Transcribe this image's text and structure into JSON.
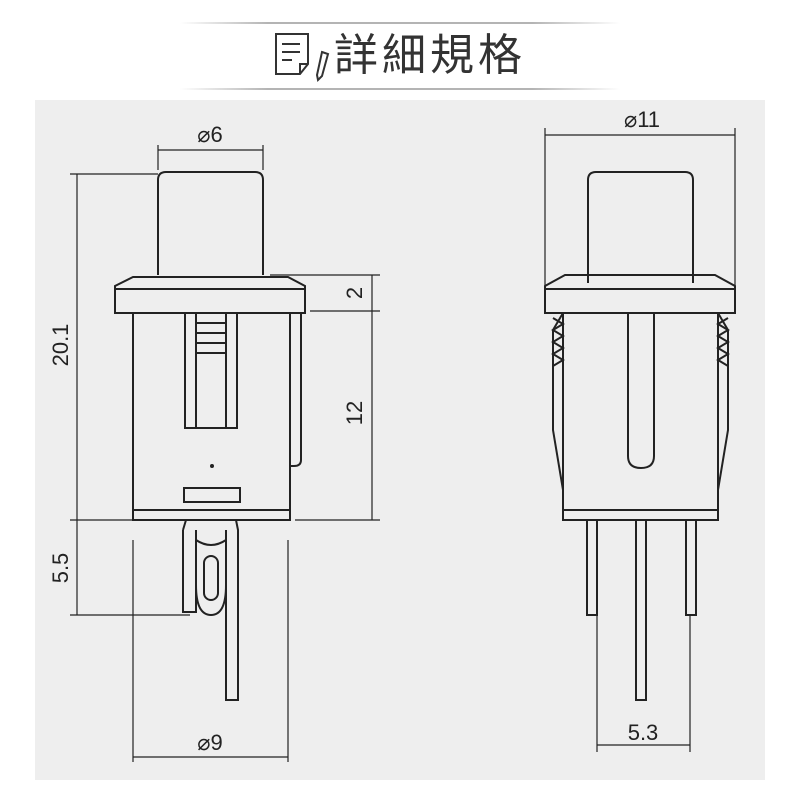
{
  "header": {
    "title": "詳細規格",
    "icon": "document-pen-icon"
  },
  "colors": {
    "background": "#eeeeee",
    "line": "#222222"
  },
  "drawing": {
    "front_view": {
      "cap_diameter": "⌀6",
      "total_height": "20.1",
      "flange_height": "2",
      "body_height": "12",
      "pin_length": "5.5",
      "body_diameter": "⌀9"
    },
    "side_view": {
      "flange_diameter": "⌀11",
      "pin_spacing": "5.3"
    }
  }
}
